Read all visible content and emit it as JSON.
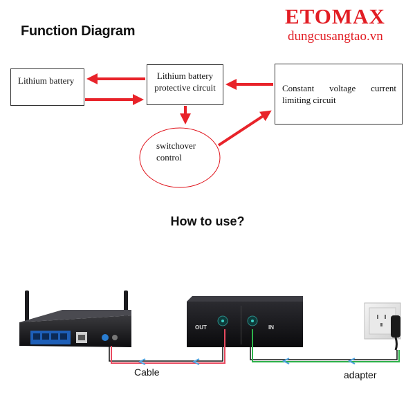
{
  "header": {
    "title": "Function Diagram",
    "brand": "ETOMAX",
    "site": "dungcusangtao.vn"
  },
  "diagram": {
    "lithium_battery": "Lithium battery",
    "protective_line1": "Lithium battery",
    "protective_line2": "protective circuit",
    "constant_text": "Constant voltage current limiting circuit",
    "switch_line1": "switchover",
    "switch_line2": "control"
  },
  "usage": {
    "heading": "How to use?",
    "out_label": "OUT",
    "in_label": "IN",
    "cable_label": "Cable",
    "adapter_label": "adapter"
  },
  "colors": {
    "brand": "#e21d24",
    "arrow": "#e8232a",
    "cable": "#e84a5f",
    "adapter_cable": "#2db24a",
    "flow_arrow": "#4fa3e0"
  }
}
